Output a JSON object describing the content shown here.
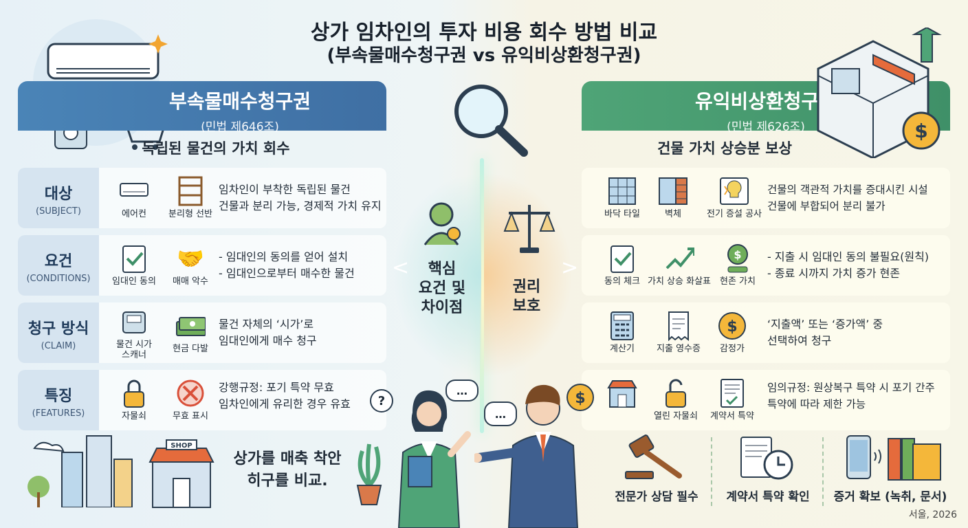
{
  "title": {
    "line1": "상가 임차인의 투자 비용 회수 방법 비교",
    "line2": "(부속물매수청구권 vs 유익비상환청구권)"
  },
  "left": {
    "heading": "부속물매수청구권",
    "law": "(민법 제646조)",
    "subheading": "독립된 물건의 가치 회수",
    "rows": [
      {
        "label": "대상",
        "label_en": "(SUBJECT)",
        "icons": [
          "에어컨",
          "분리형 선반"
        ],
        "desc": [
          "임차인이 부착한 독립된 물건",
          "건물과 분리 가능, 경제적 가치 유지"
        ]
      },
      {
        "label": "요건",
        "label_en": "(CONDITIONS)",
        "icons": [
          "임대인 동의",
          "매매 악수"
        ],
        "desc": [
          "- 임대인의 동의를 얻어 설치",
          "- 임대인으로부터 매수한 물건"
        ]
      },
      {
        "label": "청구 방식",
        "label_en": "(CLAIM)",
        "icons": [
          "물건 시가\n스캐너",
          "현금 다발"
        ],
        "desc": [
          "물건 자체의 ‘시가’로",
          "임대인에게 매수 청구"
        ]
      },
      {
        "label": "특징",
        "label_en": "(FEATURES)",
        "icons": [
          "자물쇠",
          "무효 표시"
        ],
        "desc": [
          "강행규정: 포기 특약 무효",
          "임차인에게 유리한 경우 유효"
        ]
      }
    ],
    "bottom_text": [
      "상가를 매축 착안",
      "히구를 비교."
    ],
    "shop_sign": "SHOP"
  },
  "center": {
    "left_text": [
      "핵심",
      "요건 및",
      "차이점"
    ],
    "right_text": [
      "권리",
      "보호"
    ]
  },
  "right": {
    "heading": "유익비상환청구권",
    "law": "(민법 제626조)",
    "subheading": "건물 가치 상승분 보상",
    "rows": [
      {
        "icons": [
          "바닥 타일",
          "벽체",
          "전기 증설 공사"
        ],
        "desc": [
          "건물의 객관적 가치를 증대시킨 시설",
          "건물에 부합되어 분리 불가"
        ]
      },
      {
        "icons": [
          "동의 체크",
          "가치 상승 화살표",
          "현존 가치"
        ],
        "desc": [
          "- 지출 시 임대인 동의 불필요(원칙)",
          "- 종료 시까지 가치 증가 현존"
        ]
      },
      {
        "icons": [
          "계산기",
          "지출 영수증",
          "감정가"
        ],
        "desc": [
          "‘지출액’ 또는 ‘증가액’ 중",
          "선택하여 청구"
        ]
      },
      {
        "icons": [
          "",
          "열린 자물쇠",
          "계약서 특약"
        ],
        "desc": [
          "임의규정: 원상복구 특약 시 포기 간주",
          "특약에 따라 제한 가능"
        ]
      }
    ],
    "bottom": [
      "전문가 상담 필수",
      "계약서 특약 확인",
      "증거 확보 (녹취, 문서)"
    ]
  },
  "footer": "서울, 2026",
  "colors": {
    "left_accent": "#3f6fa3",
    "right_accent": "#3f9068",
    "label_bg": "#d6e4f0"
  }
}
